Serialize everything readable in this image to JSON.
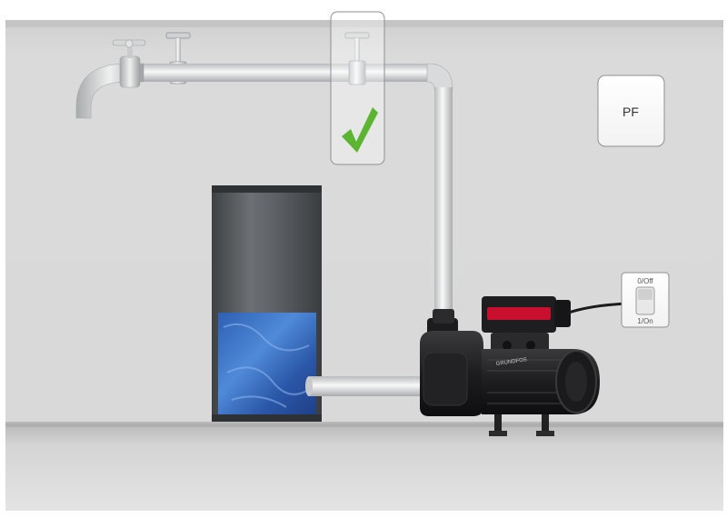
{
  "indicator_box": {
    "label": "PF"
  },
  "power_switch": {
    "off_label": "0/Off",
    "on_label": "1/On"
  },
  "pump": {
    "brand": "GRUNDFOS"
  },
  "status": {
    "check_icon": "checkmark-icon",
    "check_color": "#5cb531"
  },
  "colors": {
    "wall": "#d6d6d6",
    "floor": "#cfcfcf",
    "water": "#3d74c9",
    "tank": "#55595c"
  }
}
